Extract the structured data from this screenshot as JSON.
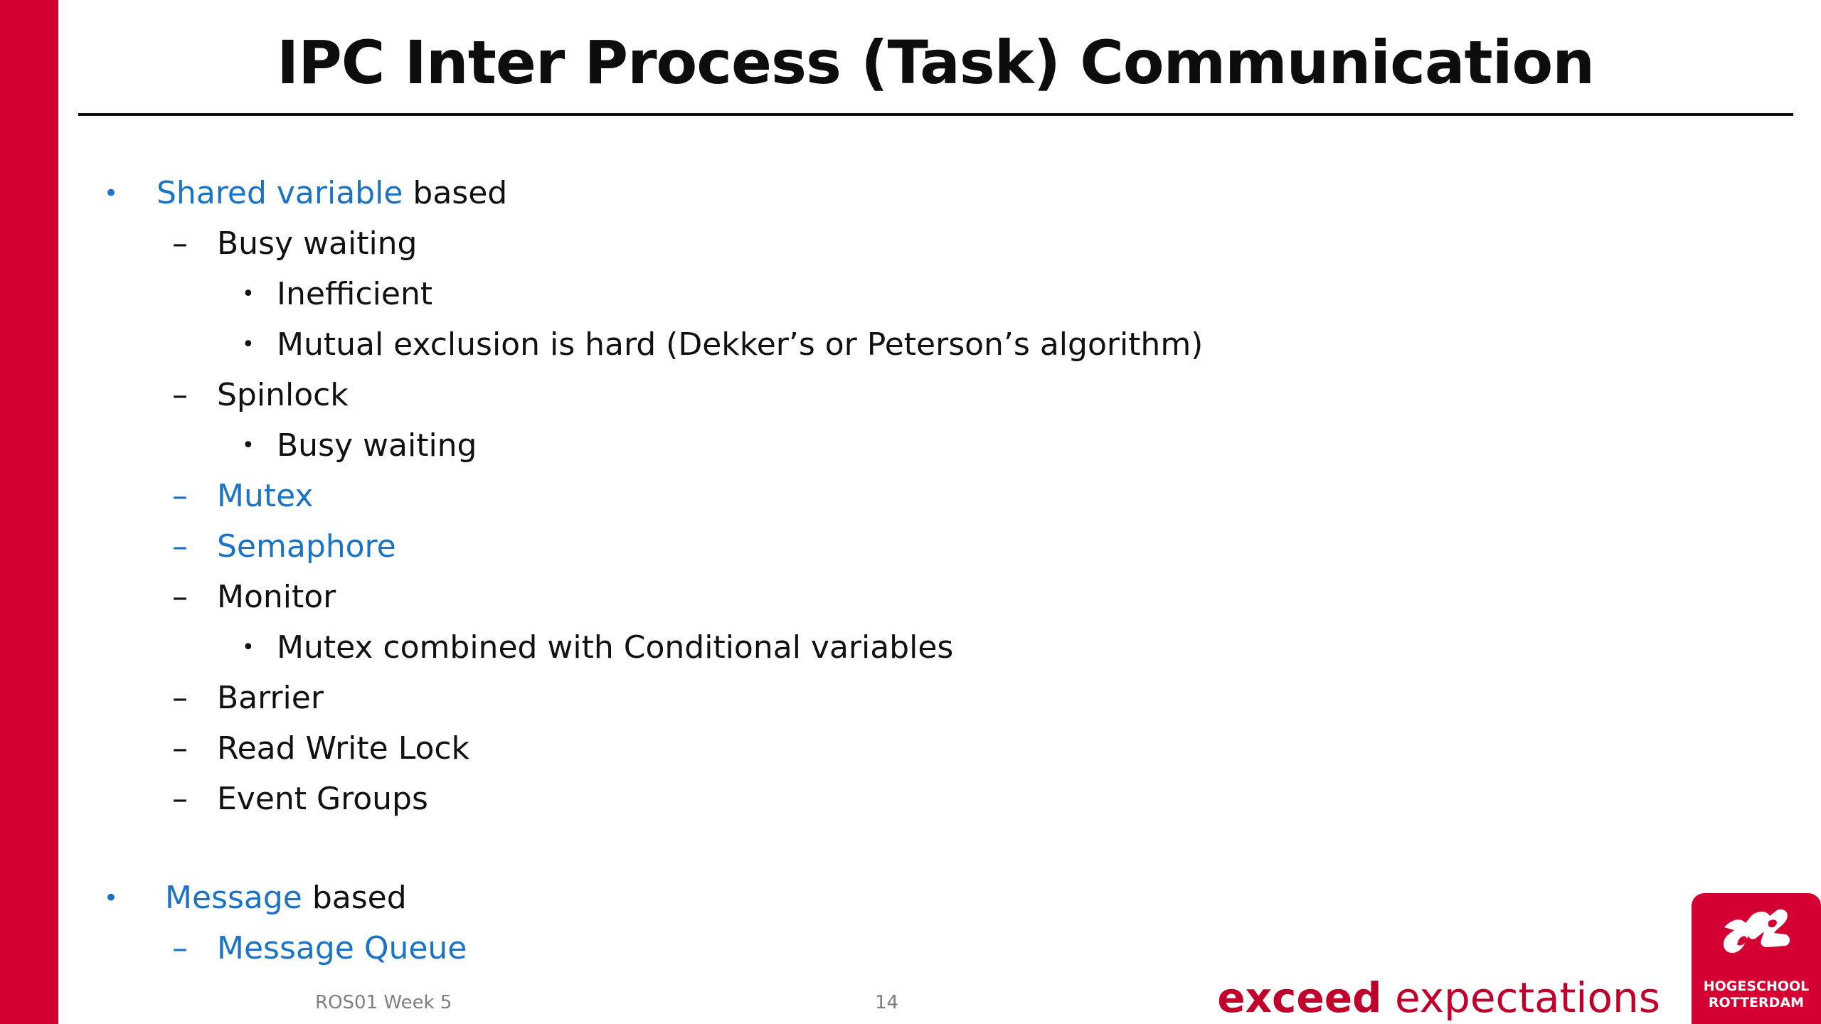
{
  "slide": {
    "title": "IPC Inter Process (Task) Communication",
    "bullet_char": "•",
    "dash_char": "–",
    "items": {
      "shared_prefix": "Shared variable",
      "shared_suffix": " based",
      "busy_waiting": "Busy waiting",
      "inefficient": "Inefficient",
      "mutual_exclusion": "Mutual exclusion is hard (Dekker’s or Peterson’s algorithm)",
      "spinlock": "Spinlock",
      "spinlock_busy": "Busy waiting",
      "mutex": "Mutex",
      "semaphore": "Semaphore",
      "monitor": "Monitor",
      "monitor_detail": "Mutex combined with Conditional variables",
      "barrier": "Barrier",
      "rw_lock": "Read Write Lock",
      "event_groups": "Event Groups",
      "message_prefix": "Message",
      "message_suffix": " based",
      "message_queue": "Message Queue"
    }
  },
  "footer": {
    "course": "ROS01 Week 5",
    "page_number": "14",
    "tagline_bold": "exceed",
    "tagline_rest": " expectations"
  },
  "logo": {
    "line1": "HOGESCHOOL",
    "line2": "ROTTERDAM",
    "icon": "hogeschool-rotterdam-logo-icon"
  },
  "colors": {
    "brand_red": "#d50032",
    "link_blue": "#1a73c7",
    "footer_gray": "#7f7f7f"
  }
}
